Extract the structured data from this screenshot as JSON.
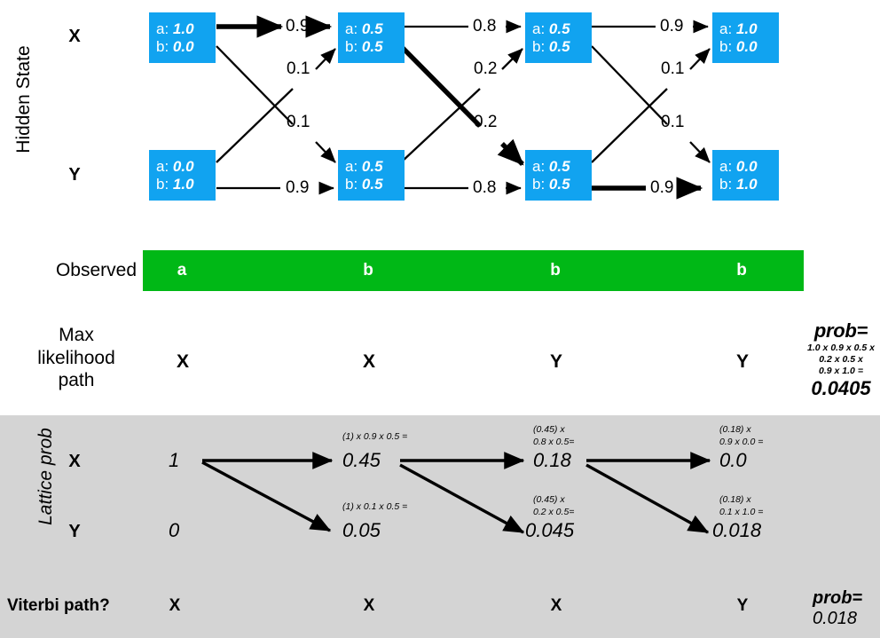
{
  "diagram": {
    "title_hidden_state": "Hidden State",
    "row_labels": [
      "X",
      "Y"
    ],
    "states": {
      "X": [
        {
          "a_key": "a:",
          "a_val": "1.0",
          "b_key": "b:",
          "b_val": "0.0"
        },
        {
          "a_key": "a:",
          "a_val": "0.5",
          "b_key": "b:",
          "b_val": "0.5"
        },
        {
          "a_key": "a:",
          "a_val": "0.5",
          "b_key": "b:",
          "b_val": "0.5"
        },
        {
          "a_key": "a:",
          "a_val": "1.0",
          "b_key": "b:",
          "b_val": "0.0"
        }
      ],
      "Y": [
        {
          "a_key": "a:",
          "a_val": "0.0",
          "b_key": "b:",
          "b_val": "1.0"
        },
        {
          "a_key": "a:",
          "a_val": "0.5",
          "b_key": "b:",
          "b_val": "0.5"
        },
        {
          "a_key": "a:",
          "a_val": "0.5",
          "b_key": "b:",
          "b_val": "0.5"
        },
        {
          "a_key": "a:",
          "a_val": "0.0",
          "b_key": "b:",
          "b_val": "1.0"
        }
      ]
    },
    "transitions": [
      {
        "from": "X",
        "to": "X",
        "step": 1,
        "label": "0.9",
        "emphasis": "thick"
      },
      {
        "from": "X",
        "to": "Y",
        "step": 1,
        "label": "0.1",
        "emphasis": "thin"
      },
      {
        "from": "Y",
        "to": "X",
        "step": 1,
        "label": "0.1",
        "emphasis": "thin"
      },
      {
        "from": "Y",
        "to": "Y",
        "step": 1,
        "label": "0.9",
        "emphasis": "thin"
      },
      {
        "from": "X",
        "to": "X",
        "step": 2,
        "label": "0.8",
        "emphasis": "thin"
      },
      {
        "from": "X",
        "to": "Y",
        "step": 2,
        "label": "0.2",
        "emphasis": "thick"
      },
      {
        "from": "Y",
        "to": "X",
        "step": 2,
        "label": "0.2",
        "emphasis": "thin"
      },
      {
        "from": "Y",
        "to": "Y",
        "step": 2,
        "label": "0.8",
        "emphasis": "thin"
      },
      {
        "from": "X",
        "to": "X",
        "step": 3,
        "label": "0.9",
        "emphasis": "thin"
      },
      {
        "from": "X",
        "to": "Y",
        "step": 3,
        "label": "0.1",
        "emphasis": "thin"
      },
      {
        "from": "Y",
        "to": "X",
        "step": 3,
        "label": "0.1",
        "emphasis": "thin"
      },
      {
        "from": "Y",
        "to": "Y",
        "step": 3,
        "label": "0.9",
        "emphasis": "thick"
      }
    ],
    "transition_labels": {
      "s1_upper": "0.9",
      "s1_mid_top": "0.1",
      "s1_mid_bot": "0.1",
      "s1_lower": "0.9",
      "s2_upper": "0.8",
      "s2_mid_top": "0.2",
      "s2_mid_bot": "0.2",
      "s2_lower": "0.8",
      "s3_upper": "0.9",
      "s3_mid_top": "0.1",
      "s3_mid_bot": "0.1",
      "s3_lower": "0.9"
    }
  },
  "observed": {
    "label": "Observed",
    "bar_color": "#00b816",
    "symbols": [
      "a",
      "b",
      "b",
      "b"
    ]
  },
  "max_likelihood": {
    "label_line1": "Max",
    "label_line2": "likelihood",
    "label_line3": "path",
    "path": [
      "X",
      "X",
      "Y",
      "Y"
    ],
    "prob_title": "prob=",
    "prob_calc_line1": "1.0 x 0.9 x 0.5 x",
    "prob_calc_line2": "0.2 x 0.5 x",
    "prob_calc_line3": "0.9 x 1.0 =",
    "prob_result": "0.0405"
  },
  "lattice": {
    "title": "Lattice prob",
    "row_labels": [
      "X",
      "Y"
    ],
    "X": [
      {
        "value": "1",
        "calc_line1": "",
        "calc_line2": ""
      },
      {
        "value": "0.45",
        "calc_line1": "(1) x 0.9 x 0.5 =",
        "calc_line2": ""
      },
      {
        "value": "0.18",
        "calc_line1": "(0.45) x",
        "calc_line2": "0.8 x 0.5="
      },
      {
        "value": "0.0",
        "calc_line1": "(0.18) x",
        "calc_line2": "0.9 x 0.0 ="
      }
    ],
    "Y": [
      {
        "value": "0",
        "calc_line1": "",
        "calc_line2": ""
      },
      {
        "value": "0.05",
        "calc_line1": "(1) x 0.1 x 0.5 =",
        "calc_line2": ""
      },
      {
        "value": "0.045",
        "calc_line1": "(0.45) x",
        "calc_line2": "0.2 x 0.5="
      },
      {
        "value": "0.018",
        "calc_line1": "(0.18) x",
        "calc_line2": "0.1 x 1.0 ="
      }
    ],
    "background_color": "#d4d4d4"
  },
  "viterbi": {
    "label": "Viterbi path?",
    "path": [
      "X",
      "X",
      "X",
      "Y"
    ],
    "prob_title": "prob=",
    "prob_value": "0.018"
  },
  "colors": {
    "state_box": "#11a3f0",
    "observed_bar": "#00b816",
    "lattice_band": "#d4d4d4"
  }
}
